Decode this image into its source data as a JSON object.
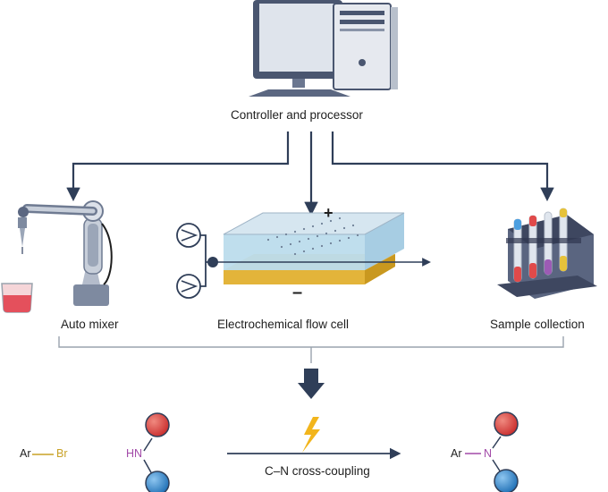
{
  "labels": {
    "controller": "Controller and processor",
    "auto_mixer": "Auto mixer",
    "flow_cell": "Electrochemical flow cell",
    "sample_collection": "Sample collection",
    "reaction": "C–N cross-coupling"
  },
  "electrode_signs": {
    "anode": "+",
    "cathode": "–"
  },
  "chemistry": {
    "ar_left": "Ar",
    "br": "Br",
    "hn": "HN",
    "ar_right": "Ar",
    "n": "N"
  },
  "colors": {
    "arrow": "#2f3e58",
    "bracket": "#9aa3ad",
    "bromine": "#c9a227",
    "nitrogen": "#a24aa8",
    "red_sphere": "#d93c3c",
    "blue_sphere": "#2d7fc4",
    "lightning": "#f2b51c",
    "electrode": "#e3b43a"
  }
}
